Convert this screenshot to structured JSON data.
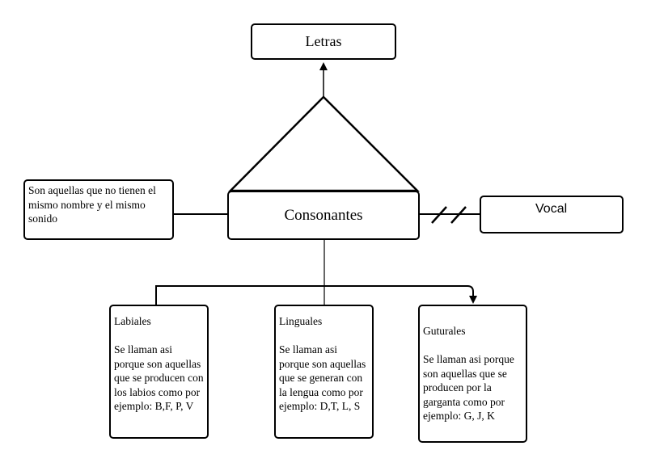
{
  "nodes": {
    "letras": "Letras",
    "consonantes": "Consonantes",
    "vocal": "Vocal",
    "definicion": "Son aquellas que no tienen el mismo nombre y el mismo sonido"
  },
  "categories": [
    {
      "title": "Labiales",
      "text": "Se llaman asi porque son aquellas que se producen con los labios como por ejemplo: B,F, P, V"
    },
    {
      "title": "Linguales",
      "text": "Se llaman asi porque son aquellas que se generan con la lengua como por ejemplo: D,T, L, S"
    },
    {
      "title": "Guturales",
      "text": "Se llaman asi porque son aquellas que se producen por la garganta como por ejemplo: G, J, K"
    }
  ]
}
